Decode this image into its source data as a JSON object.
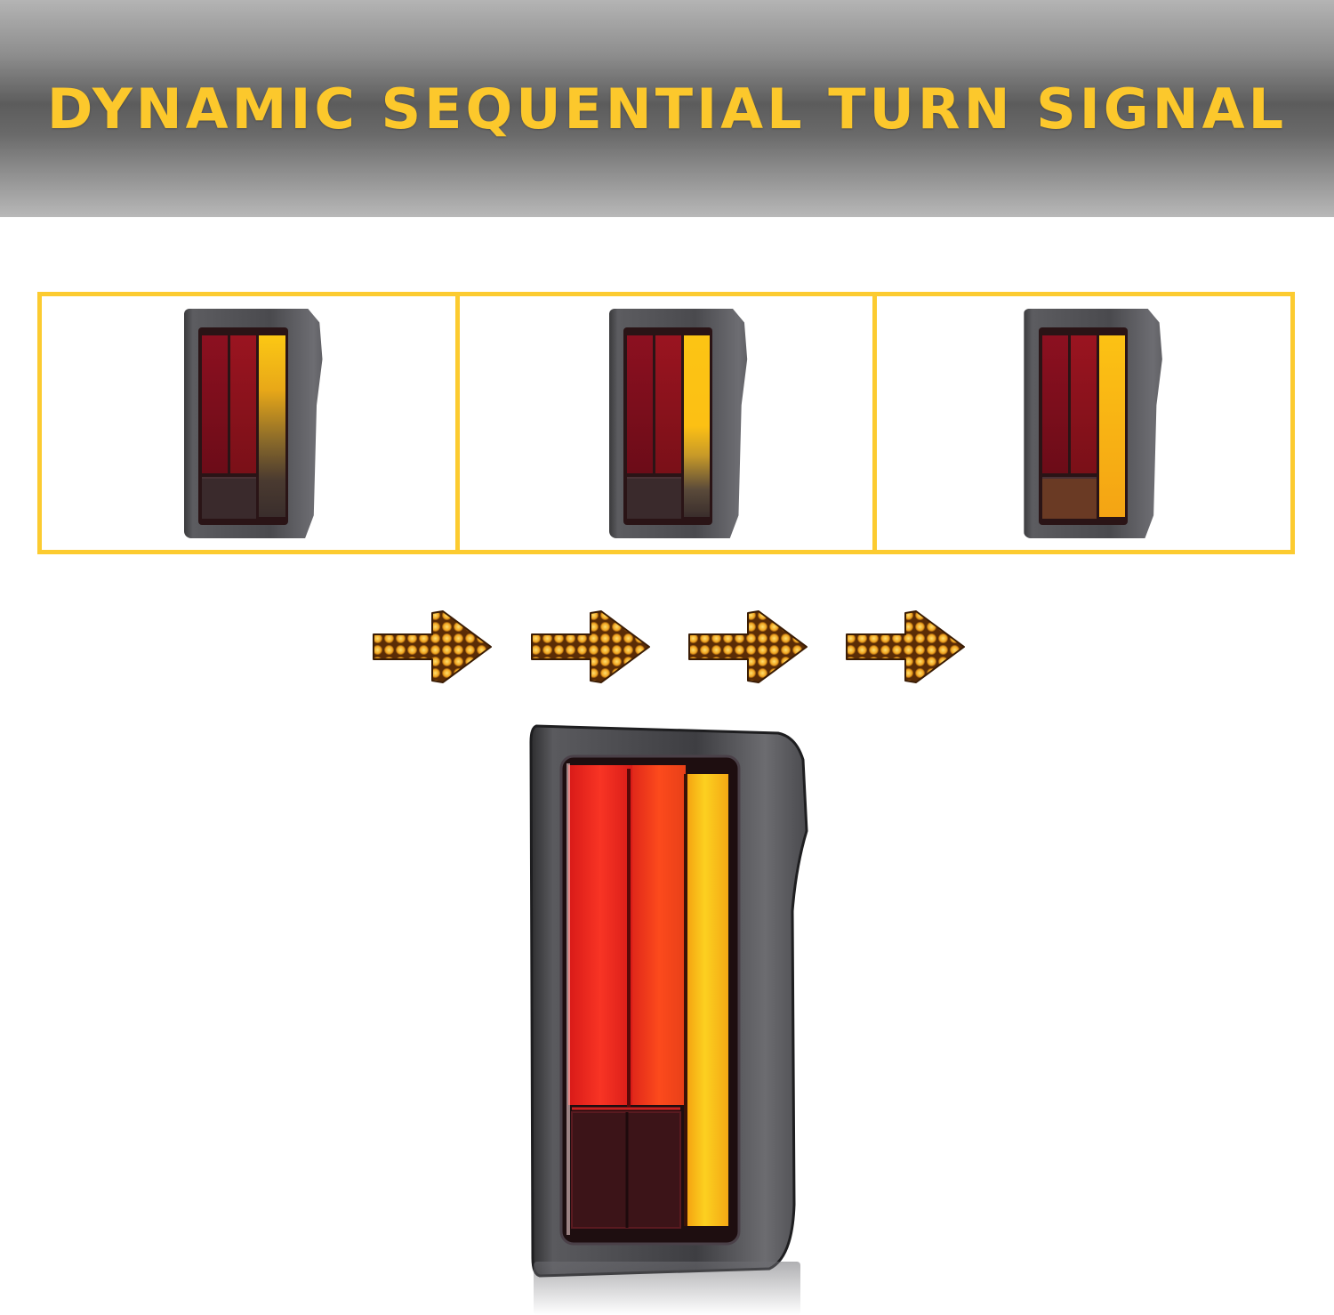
{
  "banner": {
    "title": "DYNAMIC SEQUENTIAL TURN SIGNAL",
    "title_color": "#fcc82c",
    "background": "gray-gradient"
  },
  "sequence_panels": [
    {
      "step": 1,
      "description": "tail-light-turn-signal-partial-lower-fade",
      "border_color": "#fccb30"
    },
    {
      "step": 2,
      "description": "tail-light-turn-signal-partial-mid-fade",
      "border_color": "#fccb30"
    },
    {
      "step": 3,
      "description": "tail-light-turn-signal-full",
      "border_color": "#fccb30"
    }
  ],
  "arrows": [
    {
      "icon": "led-arrow-right-icon",
      "color": "#f0a020"
    },
    {
      "icon": "led-arrow-right-icon",
      "color": "#f0a020"
    },
    {
      "icon": "led-arrow-right-icon",
      "color": "#f0a020"
    },
    {
      "icon": "led-arrow-right-icon",
      "color": "#f0a020"
    }
  ],
  "product": {
    "description": "smoked-led-tail-light-lit",
    "colors": {
      "red": "#e8241c",
      "amber": "#fcc014",
      "housing": "#4c4c50"
    }
  }
}
